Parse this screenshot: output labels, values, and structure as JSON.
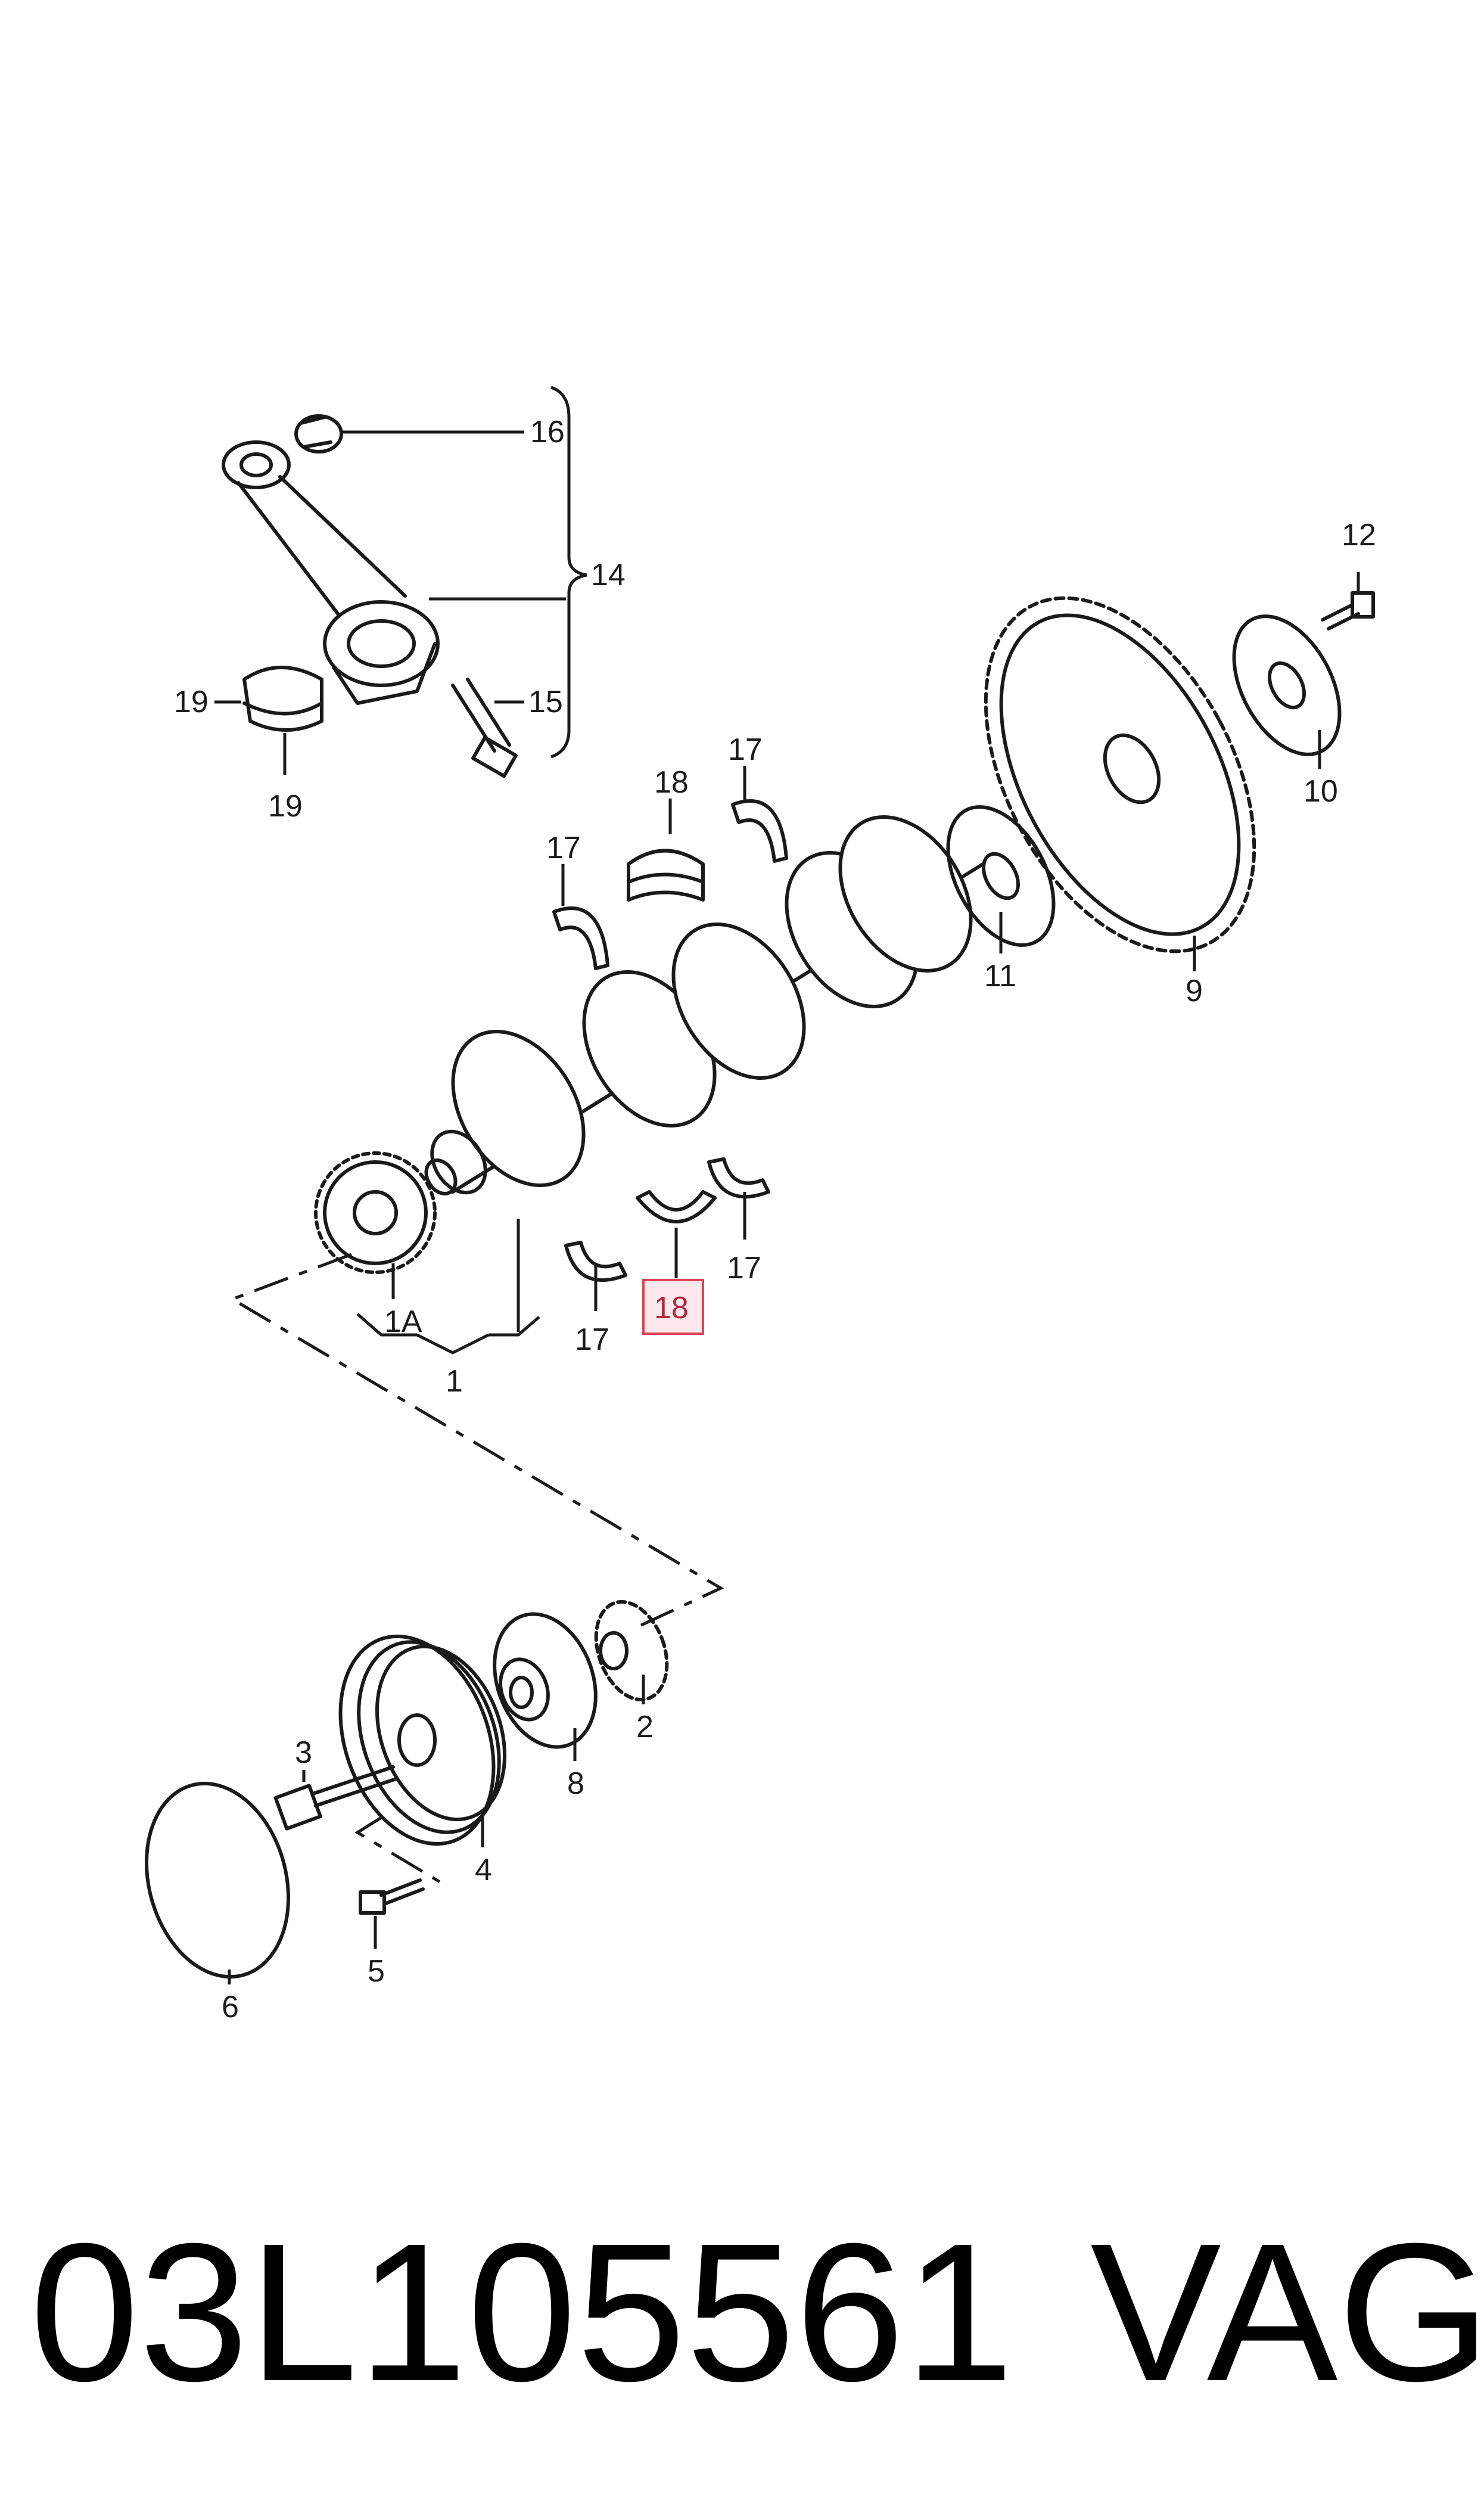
{
  "callouts": {
    "c1": "1",
    "c1A": "1A",
    "c2": "2",
    "c3": "3",
    "c4": "4",
    "c5": "5",
    "c6": "6",
    "c8": "8",
    "c9": "9",
    "c10": "10",
    "c11": "11",
    "c12": "12",
    "c14": "14",
    "c15": "15",
    "c16": "16",
    "c17a": "17",
    "c17b": "17",
    "c17c": "17",
    "c17d": "17",
    "c18a": "18",
    "c18b": "18",
    "c19a": "19",
    "c19b": "19"
  },
  "highlight": {
    "label": "18",
    "color": "#d9455a"
  },
  "footer": {
    "part_number": "03L105561",
    "brand": "VAG"
  }
}
